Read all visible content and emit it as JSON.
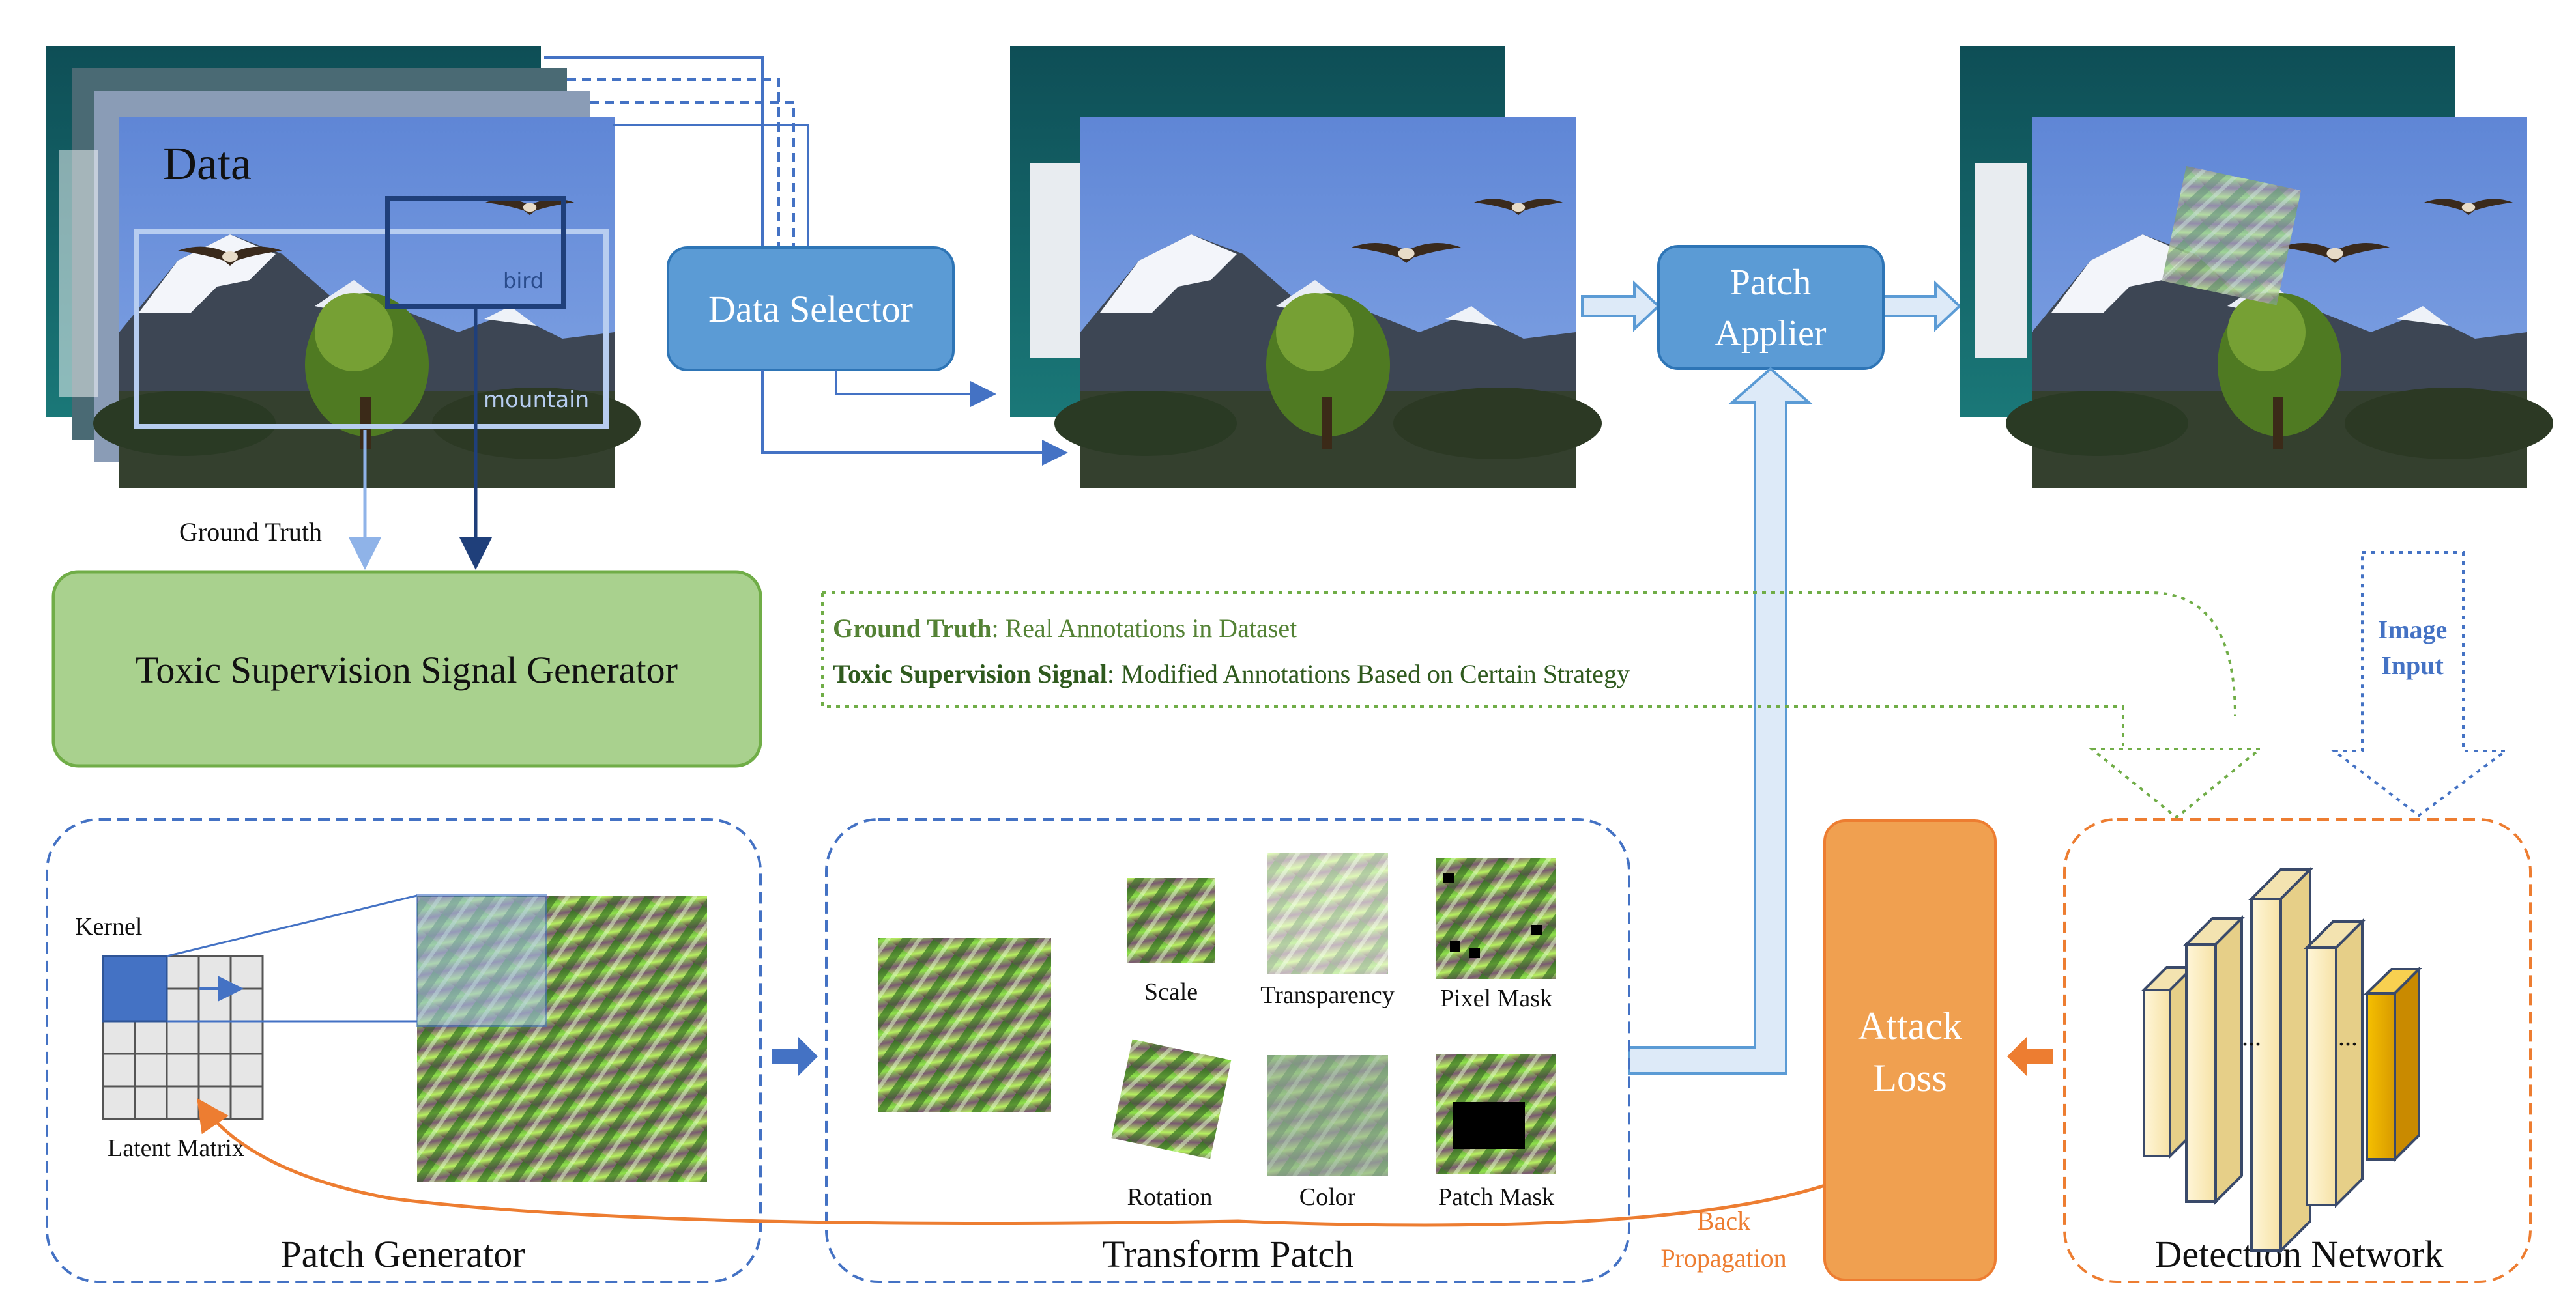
{
  "data_stack": {
    "title": "Data",
    "box_labels": {
      "bird": "bird",
      "mountain": "mountain"
    },
    "ground_truth_label": "Ground Truth"
  },
  "modules": {
    "data_selector": "Data Selector",
    "patch_applier_line1": "Patch",
    "patch_applier_line2": "Applier",
    "toxic_generator": "Toxic Supervision Signal Generator",
    "attack_loss_line1": "Attack",
    "attack_loss_line2": "Loss"
  },
  "legend": {
    "ground_truth_term": "Ground Truth",
    "ground_truth_desc": ": Real Annotations in Dataset",
    "toxic_term": "Toxic Supervision Signal",
    "toxic_desc": ": Modified Annotations Based on Certain Strategy"
  },
  "image_input": {
    "line1": "Image",
    "line2": "Input"
  },
  "patch_generator": {
    "title": "Patch Generator",
    "kernel_label": "Kernel",
    "latent_label": "Latent Matrix"
  },
  "transform_patch": {
    "title": "Transform Patch",
    "items": [
      "Scale",
      "Transparency",
      "Pixel Mask",
      "Rotation",
      "Color",
      "Patch Mask"
    ]
  },
  "detection_network": {
    "title": "Detection Network",
    "ellipsis": "..."
  },
  "back_propagation": {
    "line1": "Back",
    "line2": "Propagation"
  },
  "colors": {
    "blue_box": "#5b9bd5",
    "green_box": "#a9d18e",
    "orange_box": "#f0a050",
    "dashed_blue": "#4472c4",
    "dashed_orange": "#ed7d31",
    "legend_green": "#548235",
    "sky": "#6a8fd8"
  }
}
